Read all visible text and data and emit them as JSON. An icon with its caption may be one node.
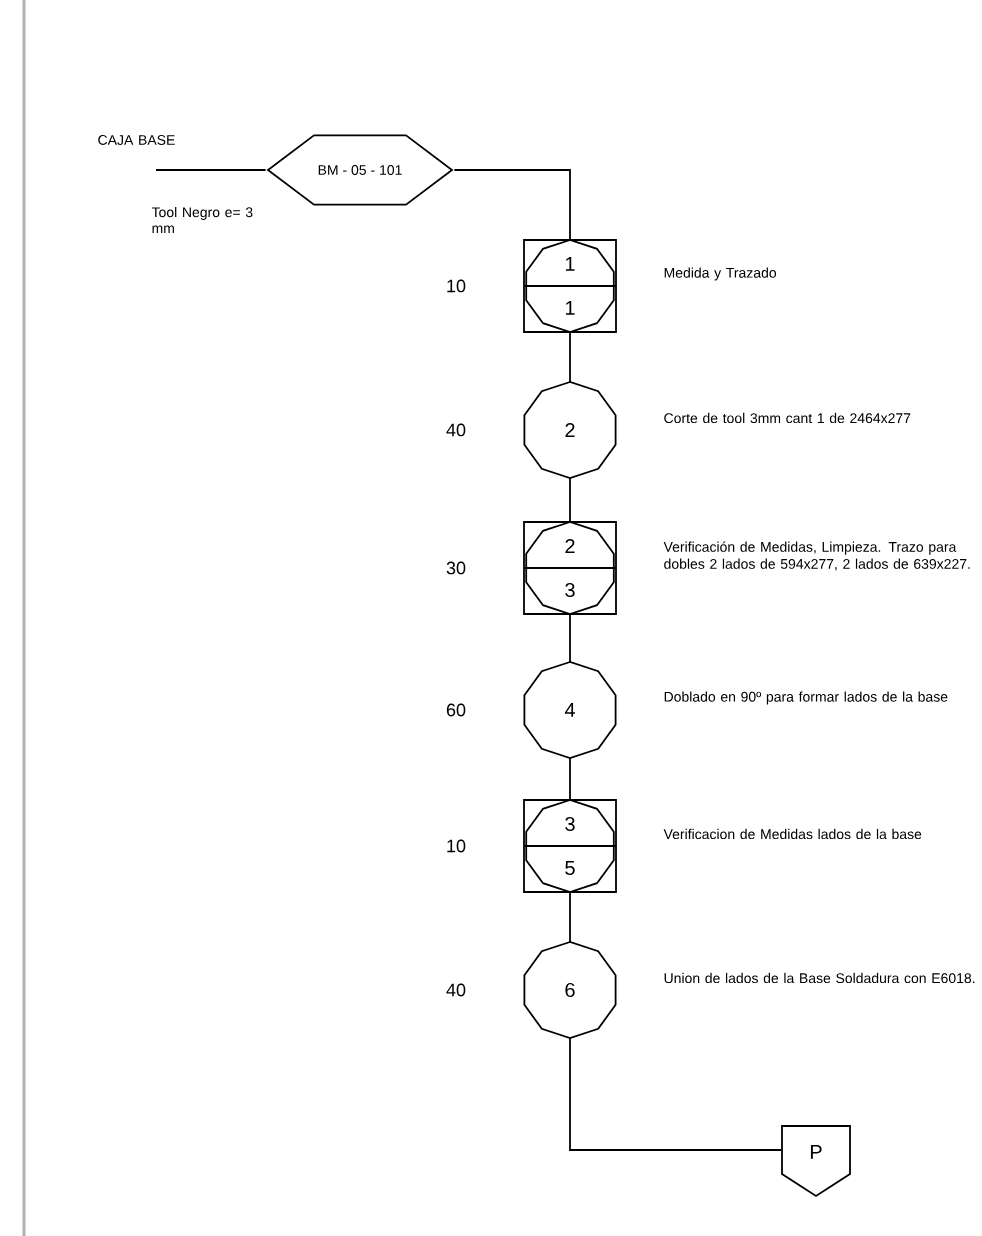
{
  "diagram": {
    "nodes": [
      {
        "text": [
          "BM - 05 - 101"
        ]
      },
      {
        "text": [
          "1",
          "1"
        ],
        "beside": [
          "10",
          "Medida  y Trazado"
        ]
      },
      {
        "text": [
          "2"
        ],
        "beside": [
          "40",
          "Corte de tool 3mm cant 1  de 2464x277"
        ]
      },
      {
        "text": [
          "2",
          "3"
        ],
        "beside": [
          "30",
          "Verificación de Medidas, Limpieza. Trazo para dobles 2 lados de 594x277, 2 lados de 639x227."
        ]
      },
      {
        "text": [
          "4"
        ],
        "beside": [
          "60",
          "Doblado en 90º para formar lados de la base"
        ]
      },
      {
        "text": [
          "3",
          "5"
        ],
        "beside": [
          "10",
          "Verificacion de Medidas lados de la base"
        ]
      },
      {
        "text": [
          "6"
        ],
        "beside": [
          "40",
          "Union de lados de la Base Soldadura con E6018."
        ]
      },
      {
        "text": [
          "P"
        ]
      }
    ],
    "edges": [
      {
        "from": null,
        "to": 0,
        "arrow": "none"
      },
      {
        "from": 0,
        "to": 1,
        "arrow": "none"
      },
      {
        "from": 1,
        "to": 2,
        "arrow": "none"
      },
      {
        "from": 2,
        "to": 3,
        "arrow": "none"
      },
      {
        "from": 3,
        "to": 4,
        "arrow": "none"
      },
      {
        "from": 4,
        "to": 5,
        "arrow": "none"
      },
      {
        "from": 5,
        "to": 6,
        "arrow": "none"
      },
      {
        "from": 6,
        "to": 7,
        "arrow": "none"
      }
    ],
    "labels": [
      "CAJA BASE",
      "Tool Negro e= 3 mm"
    ]
  }
}
